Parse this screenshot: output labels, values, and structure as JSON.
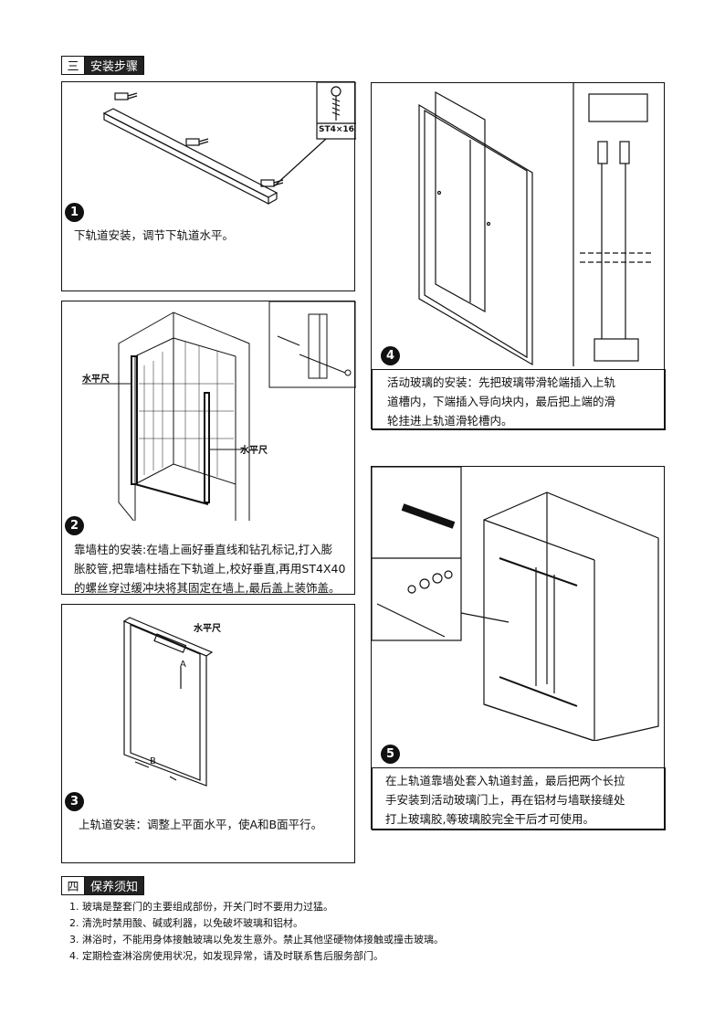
{
  "section3": {
    "num": "三",
    "title": "安装步骤"
  },
  "section4": {
    "num": "四",
    "title": "保养须知"
  },
  "steps": [
    {
      "num": "1",
      "text": "下轨道安装，调节下轨道水平。",
      "screw_label": "ST4×16"
    },
    {
      "num": "2",
      "lines": [
        "靠墙柱的安装:在墙上画好垂直线和钻孔标记,打入膨",
        "胀胶管,把靠墙柱插在下轨道上,校好垂直,再用ST4X40",
        "的螺丝穿过缓冲块将其固定在墙上,最后盖上装饰盖。"
      ],
      "level_left": "水平尺",
      "level_right": "水平尺"
    },
    {
      "num": "3",
      "text": "上轨道安装：调整上平面水平，使A和B面平行。",
      "level": "水平尺",
      "mark_a": "A",
      "mark_b": "B"
    },
    {
      "num": "4",
      "lines": [
        "活动玻璃的安装：先把玻璃带滑轮端插入上轨",
        "道槽内，下端插入导向块内，最后把上端的滑",
        "轮挂进上轨道滑轮槽内。"
      ]
    },
    {
      "num": "5",
      "lines": [
        "在上轨道靠墙处套入轨道封盖，最后把两个长拉",
        "手安装到活动玻璃门上，再在铝材与墙联接缝处",
        "打上玻璃胶,等玻璃胶完全干后才可使用。"
      ]
    }
  ],
  "care_notes": [
    "1. 玻璃是整套门的主要组成部份，开关门时不要用力过猛。",
    "2. 清洗时禁用酸、碱或利器，以免破坏玻璃和铝材。",
    "3. 淋浴时，不能用身体接触玻璃以免发生意外。禁止其他坚硬物体接触或撞击玻璃。",
    "4. 定期检查淋浴房使用状况，如发现异常，请及时联系售后服务部门。"
  ]
}
